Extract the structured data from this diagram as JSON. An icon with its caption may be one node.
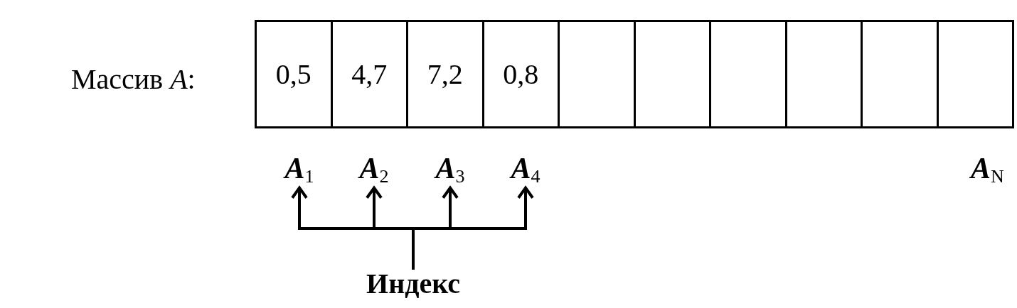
{
  "diagram": {
    "nodes": [
      {
        "text": [
          "0,5"
        ]
      },
      {
        "text": [
          "4,7"
        ]
      },
      {
        "text": [
          "7,2"
        ]
      },
      {
        "text": [
          "0,8"
        ]
      },
      {
        "text": [],
        "shape": "box"
      },
      {
        "text": [],
        "shape": "box"
      },
      {
        "text": [],
        "shape": "box"
      },
      {
        "text": [],
        "shape": "box"
      },
      {
        "text": [],
        "shape": "box"
      },
      {
        "text": [],
        "shape": "box"
      },
      {
        "text": [
          "*A*$_{1}$"
        ]
      },
      {
        "text": [
          "*A*$_{2}$"
        ]
      },
      {
        "text": [
          "*A*$_{3}$"
        ]
      },
      {
        "text": [
          "*A*$_{4}$"
        ]
      },
      {
        "text": [
          "Индекс"
        ]
      }
    ],
    "edges": [
      {
        "from": 14,
        "to": 10,
        "arrow": "to"
      },
      {
        "from": 14,
        "to": 11,
        "arrow": "to"
      },
      {
        "from": 14,
        "to": 12,
        "arrow": "to"
      },
      {
        "from": 14,
        "to": 13,
        "arrow": "to"
      }
    ],
    "labels": [
      "Массив *A*:",
      "*A*$_{N}$"
    ]
  }
}
